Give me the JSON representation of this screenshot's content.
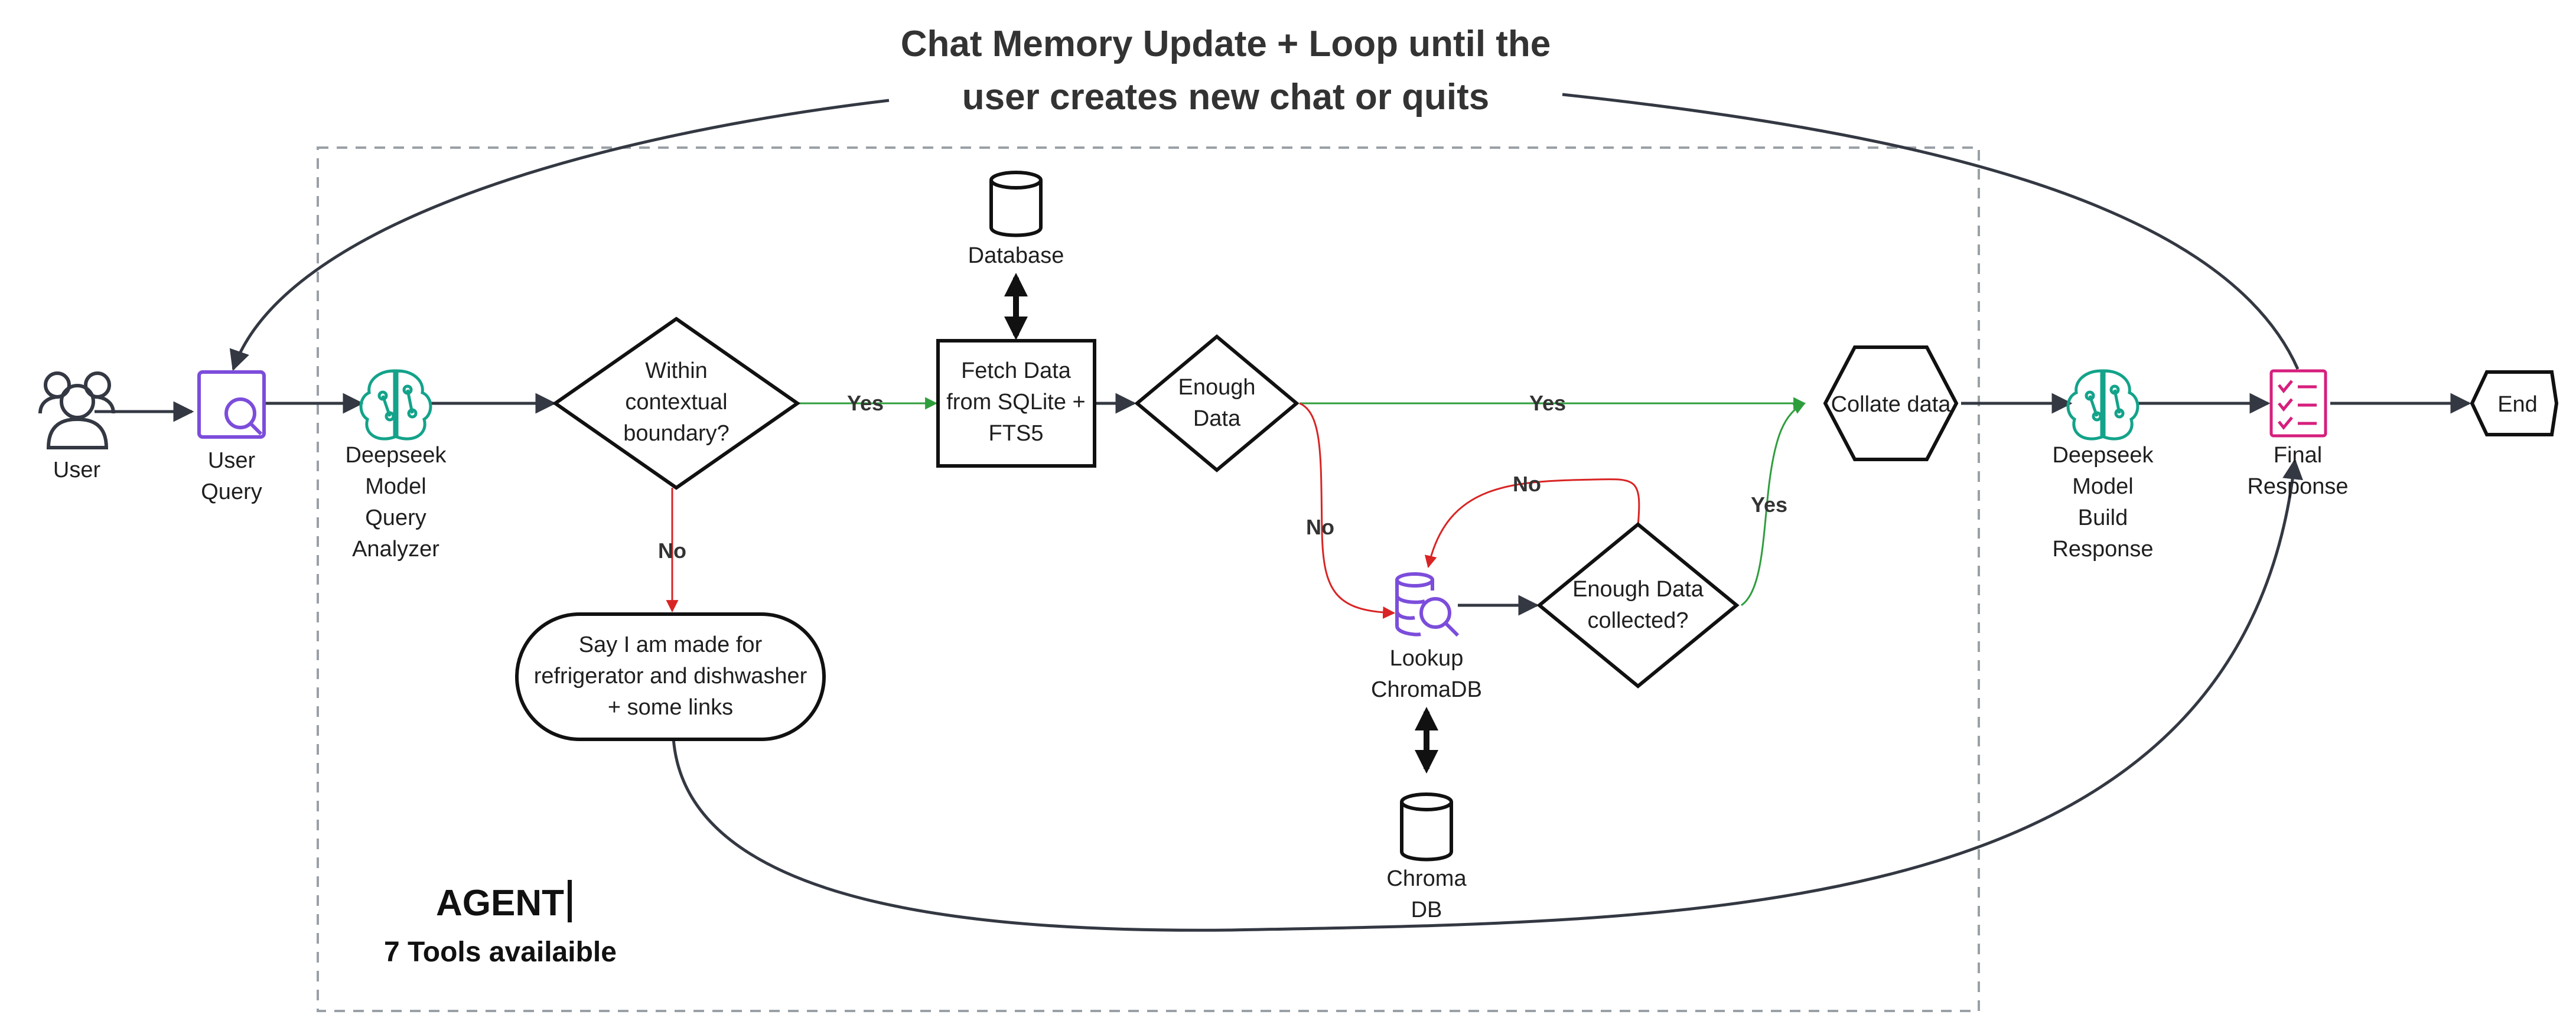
{
  "title": {
    "line1": "Chat Memory Update + Loop until the",
    "line2": "user creates new chat or quits"
  },
  "colors": {
    "dark": "#333842",
    "green": "#2e9e3c",
    "red": "#d92424",
    "purple": "#7c4ddb",
    "teal": "#13a38a",
    "pink": "#d61f7d",
    "boundary": "#9aa0a6"
  },
  "nodes": {
    "user": "User",
    "user_query": [
      "User",
      "Query"
    ],
    "analyzer": [
      "Deepseek",
      "Model",
      "Query",
      "Analyzer"
    ],
    "within": [
      "Within",
      "contextual",
      "boundary?"
    ],
    "database": "Database",
    "fetch": [
      "Fetch Data",
      "from SQLite +",
      "FTS5"
    ],
    "enough": [
      "Enough",
      "Data"
    ],
    "collate": "Collate data",
    "say": [
      "Say I am made for",
      "refrigerator and dishwasher",
      "+ some links"
    ],
    "lookup": [
      "Lookup",
      "ChromaDB"
    ],
    "enough_collected": [
      "Enough Data",
      "collected?"
    ],
    "chroma": [
      "Chroma",
      "DB"
    ],
    "builder": [
      "Deepseek",
      "Model",
      "Build",
      "Response"
    ],
    "final": [
      "Final",
      "Response"
    ],
    "end": "End"
  },
  "edge_labels": {
    "yes1": "Yes",
    "yes2": "Yes",
    "yes3": "Yes",
    "no1": "No",
    "no2": "No",
    "no3": "No"
  },
  "agent": {
    "label": "AGENT",
    "tools": "7 Tools availaible"
  },
  "icons": [
    "users-icon",
    "search-query-icon",
    "ai-brain-icon",
    "database-icon",
    "database-search-icon",
    "checklist-icon"
  ]
}
